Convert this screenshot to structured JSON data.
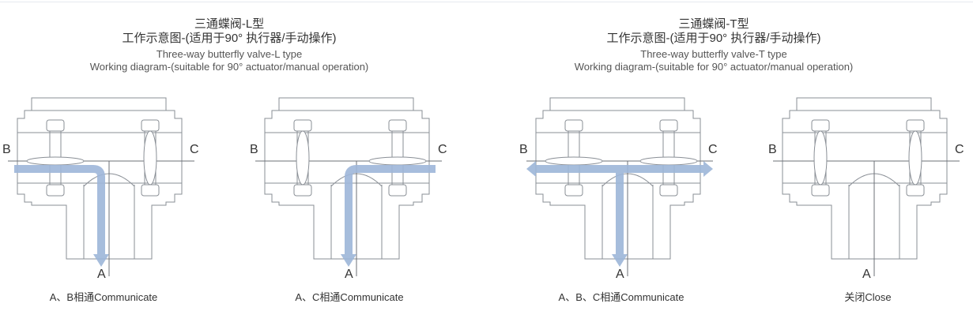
{
  "colors": {
    "line": "#8a8f96",
    "flow": "#9db6d9",
    "text": "#333333"
  },
  "left_section": {
    "title_cn": "三通蝶阀-L型",
    "subtitle_cn": "工作示意图-(适用于90° 执行器/手动操作)",
    "title_en": "Three-way butterfly valve-L type",
    "subtitle_en": "Working diagram-(suitable for 90° actuator/manual operation)"
  },
  "right_section": {
    "title_cn": "三通蝶阀-T型",
    "subtitle_cn": "工作示意图-(适用于90° 执行器/手动操作)",
    "title_en": "Three-way butterfly valve-T type",
    "subtitle_en": "Working diagram-(suitable for 90° actuator/manual operation)"
  },
  "diagrams": [
    {
      "port_left": "B",
      "port_right": "C",
      "port_bottom": "A",
      "caption": "A、B相通Communicate",
      "flow": "B-A"
    },
    {
      "port_left": "B",
      "port_right": "C",
      "port_bottom": "A",
      "caption": "A、C相通Communicate",
      "flow": "C-A"
    },
    {
      "port_left": "B",
      "port_right": "C",
      "port_bottom": "A",
      "caption": "A、B、C相通Communicate",
      "flow": "A-B-C"
    },
    {
      "port_left": "B",
      "port_right": "C",
      "port_bottom": "A",
      "caption": "关闭Close",
      "flow": "none"
    }
  ]
}
